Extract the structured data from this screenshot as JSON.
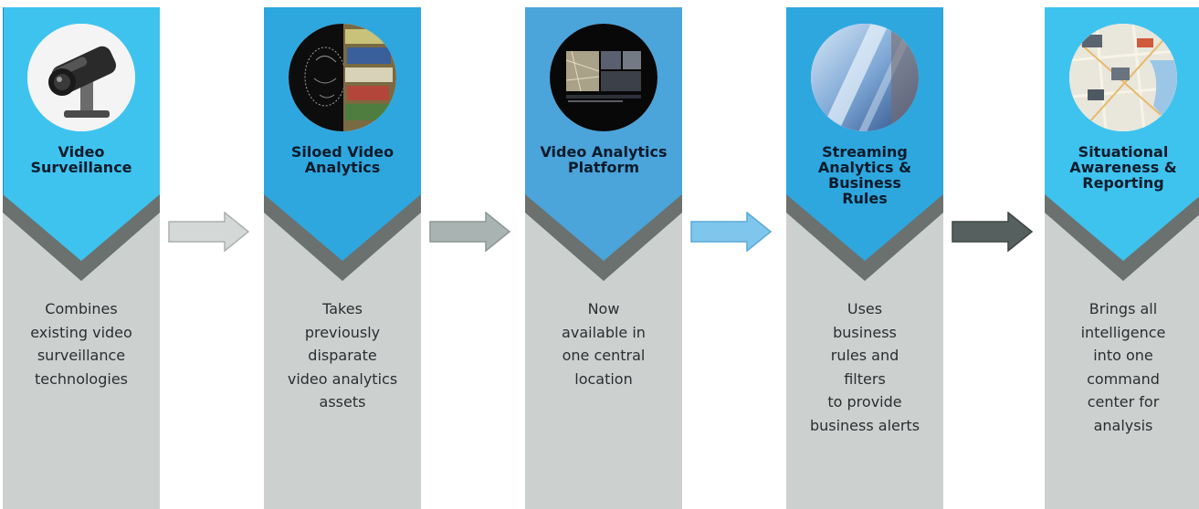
{
  "colors": {
    "column_bg": "#ccd0cf",
    "band_light": "#3ec3ee",
    "band_mid": "#2ea7df",
    "band_steel": "#4ba4da",
    "shadow": "#58605e"
  },
  "steps": [
    {
      "title": "Video\nSurveillance",
      "description": "Combines\nexisting video\nsurveillance\ntechnologies",
      "image": "security-camera"
    },
    {
      "title": "Siloed Video\nAnalytics",
      "description": "Takes\npreviously\ndisparate\nvideo analytics\nassets",
      "image": "face-scan-and-license-plates"
    },
    {
      "title": "Video Analytics\nPlatform",
      "description": "Now\navailable in\none central\nlocation",
      "image": "analytics-dashboard"
    },
    {
      "title": "Streaming\nAnalytics &\nBusiness\nRules",
      "description": "Uses\nbusiness\nrules and\nfilters\nto provide\nbusiness alerts",
      "image": "streaming-light"
    },
    {
      "title": "Situational\nAwareness &\nReporting",
      "description": "Brings all\nintelligence\ninto one\ncommand\ncenter for\nanalysis",
      "image": "city-map"
    }
  ],
  "connectors": [
    {
      "color": "#d4d9d8",
      "border": "#a9b0ae"
    },
    {
      "color": "#a8b3b2",
      "border": "#8c9796"
    },
    {
      "color": "#7fc6ec",
      "border": "#5aa9d6"
    },
    {
      "color": "#56605e",
      "border": "#3e4645"
    }
  ]
}
